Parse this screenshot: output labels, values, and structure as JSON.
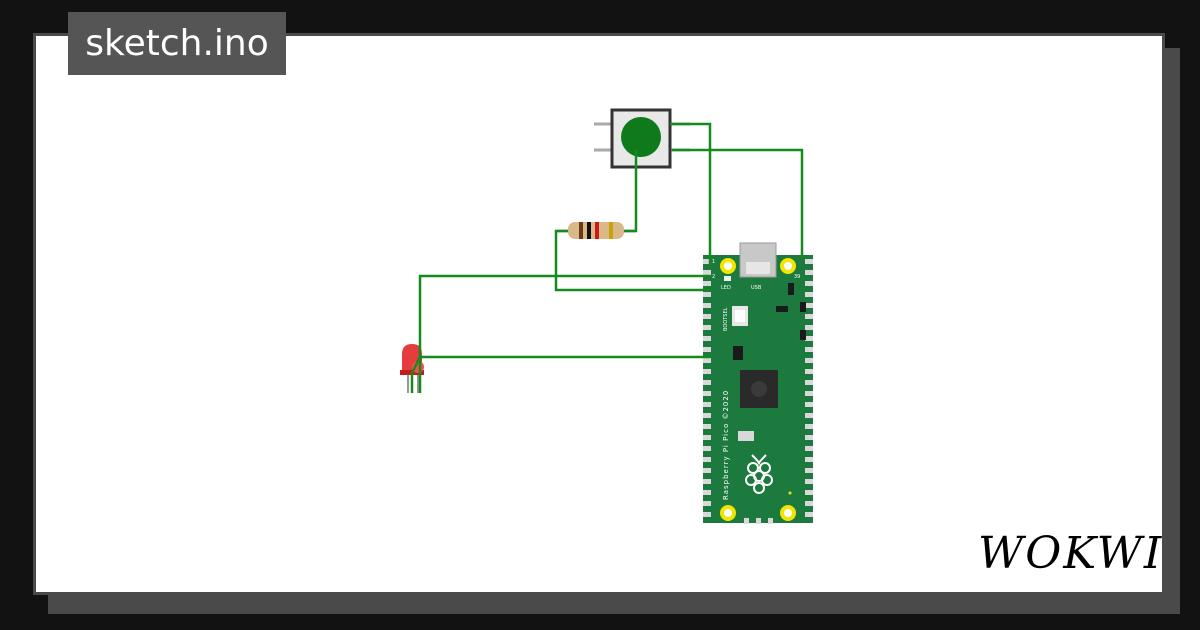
{
  "sketch": {
    "filename": "sketch.ino"
  },
  "brand": {
    "logo_text": "WOKWI"
  },
  "pico": {
    "pin_top_left": "1",
    "pin_second_left": "2",
    "pin_top_right": "39",
    "led_label": "LED",
    "usb_label": "USB",
    "bootsel_label": "BOOTSEL",
    "board_text": "Raspberry Pi Pico ©2020"
  },
  "colors": {
    "board": "#1d7a3f",
    "wire": "#178a1e",
    "background": "#121212",
    "canvas": "#ffffff",
    "frame": "#4a4a4a",
    "button_cap": "#0f7a1b",
    "led": "#e02828"
  }
}
